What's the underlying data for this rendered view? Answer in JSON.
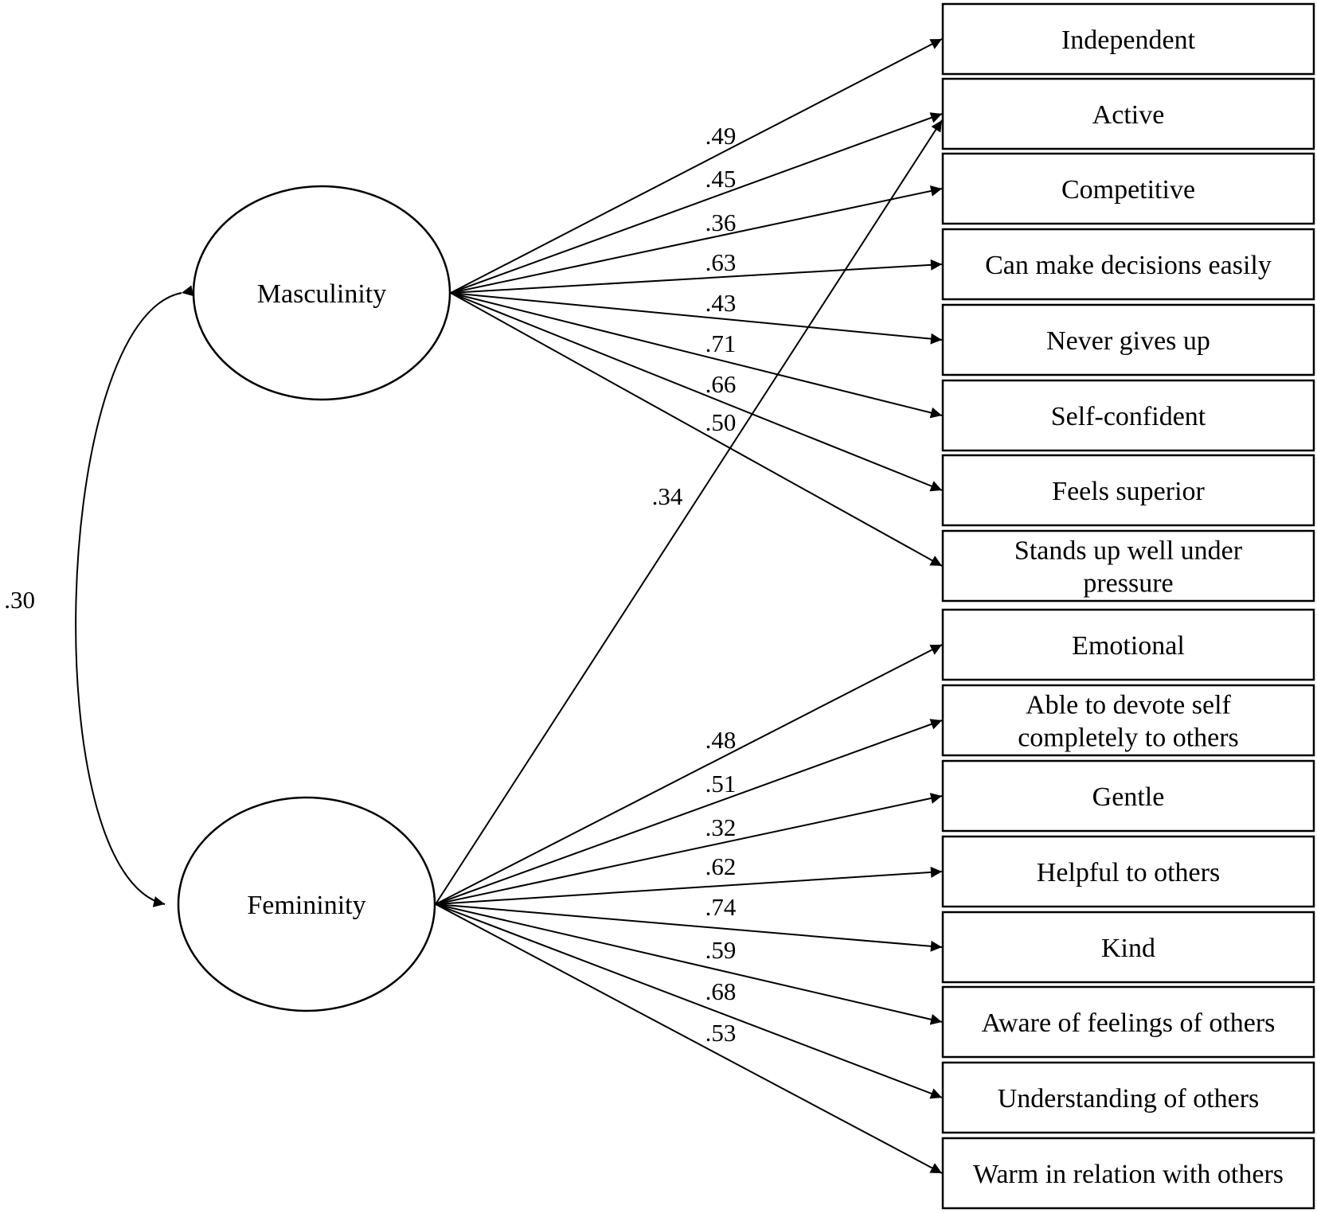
{
  "factors": [
    {
      "id": "masculinity",
      "label": "Masculinity"
    },
    {
      "id": "femininity",
      "label": "Femininity"
    }
  ],
  "correlation": {
    "from": "masculinity",
    "to": "femininity",
    "value": ".30"
  },
  "indicators": [
    {
      "id": "independent",
      "label": [
        "Independent"
      ]
    },
    {
      "id": "active",
      "label": [
        "Active"
      ]
    },
    {
      "id": "competitive",
      "label": [
        "Competitive"
      ]
    },
    {
      "id": "decisions",
      "label": [
        "Can make decisions easily"
      ]
    },
    {
      "id": "never-gives-up",
      "label": [
        "Never gives up"
      ]
    },
    {
      "id": "self-confident",
      "label": [
        "Self-confident"
      ]
    },
    {
      "id": "feels-superior",
      "label": [
        "Feels superior"
      ]
    },
    {
      "id": "stands-up",
      "label": [
        "Stands up well under",
        "pressure"
      ]
    },
    {
      "id": "emotional",
      "label": [
        "Emotional"
      ]
    },
    {
      "id": "devote-self",
      "label": [
        "Able to devote self",
        "completely to others"
      ]
    },
    {
      "id": "gentle",
      "label": [
        "Gentle"
      ]
    },
    {
      "id": "helpful",
      "label": [
        "Helpful to others"
      ]
    },
    {
      "id": "kind",
      "label": [
        "Kind"
      ]
    },
    {
      "id": "aware",
      "label": [
        "Aware of feelings of others"
      ]
    },
    {
      "id": "understanding",
      "label": [
        "Understanding of others"
      ]
    },
    {
      "id": "warm",
      "label": [
        "Warm in relation with others"
      ]
    }
  ],
  "loadings": [
    {
      "factor": "masculinity",
      "indicator": "independent",
      "value": ".49"
    },
    {
      "factor": "masculinity",
      "indicator": "active",
      "value": ".45"
    },
    {
      "factor": "masculinity",
      "indicator": "competitive",
      "value": ".36"
    },
    {
      "factor": "masculinity",
      "indicator": "decisions",
      "value": ".63"
    },
    {
      "factor": "masculinity",
      "indicator": "never-gives-up",
      "value": ".43"
    },
    {
      "factor": "masculinity",
      "indicator": "self-confident",
      "value": ".71"
    },
    {
      "factor": "masculinity",
      "indicator": "feels-superior",
      "value": ".66"
    },
    {
      "factor": "masculinity",
      "indicator": "stands-up",
      "value": ".50"
    },
    {
      "factor": "femininity",
      "indicator": "active",
      "value": ".34"
    },
    {
      "factor": "femininity",
      "indicator": "emotional",
      "value": ".48"
    },
    {
      "factor": "femininity",
      "indicator": "devote-self",
      "value": ".51"
    },
    {
      "factor": "femininity",
      "indicator": "gentle",
      "value": ".32"
    },
    {
      "factor": "femininity",
      "indicator": "helpful",
      "value": ".62"
    },
    {
      "factor": "femininity",
      "indicator": "kind",
      "value": ".74"
    },
    {
      "factor": "femininity",
      "indicator": "aware",
      "value": ".59"
    },
    {
      "factor": "femininity",
      "indicator": "understanding",
      "value": ".68"
    },
    {
      "factor": "femininity",
      "indicator": "warm",
      "value": ".53"
    }
  ]
}
